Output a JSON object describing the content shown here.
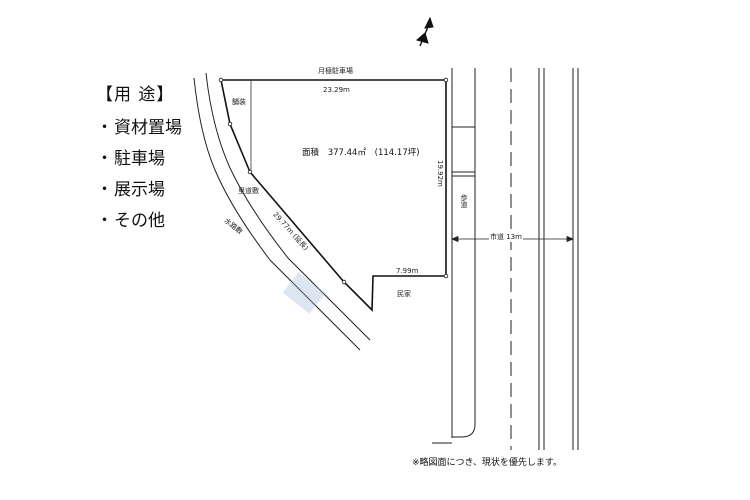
{
  "uses": {
    "heading": "【用 途】",
    "bullet": "・",
    "items": [
      "資材置場",
      "駐車場",
      "展示場",
      "その他"
    ]
  },
  "labels": {
    "top_neighbor": "月極駐車場",
    "top_length": "23.29m",
    "paved": "舗装",
    "area_label": "面積",
    "area_sqm": "377.44㎡",
    "area_tsubo": "(114.17坪)",
    "right_length": "19.92m",
    "sidewalk": "歩道",
    "road": "市道 13m",
    "lane": "里道敷",
    "diagonal_length": "29.77m (延長)",
    "waterway": "水路敷",
    "bottom_length": "7.99m",
    "house": "民家"
  },
  "note": "※略図面につき、現状を優先します。",
  "colors": {
    "line": "#222222",
    "highlight": "#9bb6d8"
  }
}
